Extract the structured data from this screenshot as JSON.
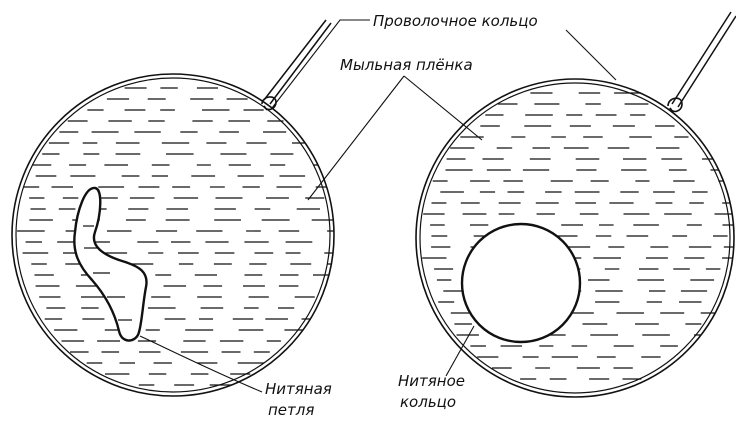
{
  "labels": {
    "wire_ring": "Проволочное кольцо",
    "soap_film": "Мыльная плёнка",
    "thread_loop_line1": "Нитяная",
    "thread_loop_line2": "петля",
    "thread_ring_line1": "Нитяное",
    "thread_ring_line2": "кольцо"
  },
  "colors": {
    "ink": "#111111",
    "background": "#ffffff"
  }
}
